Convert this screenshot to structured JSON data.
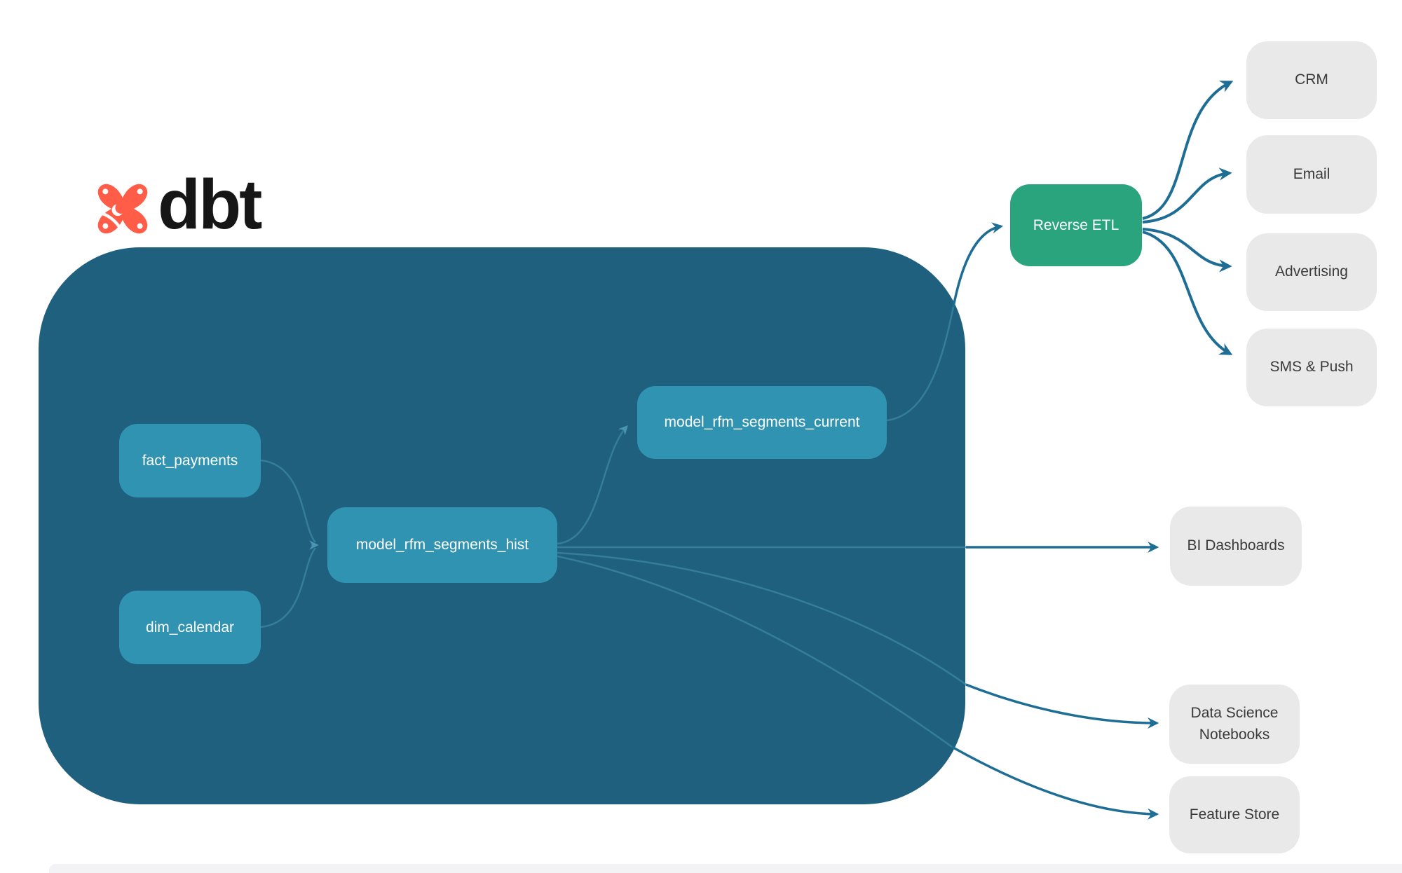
{
  "brand": {
    "wordmark": "dbt",
    "logo_icon": "dbt-pinwheel-icon"
  },
  "nodes": {
    "fact_payments": {
      "label": "fact_payments"
    },
    "dim_calendar": {
      "label": "dim_calendar"
    },
    "model_rfm_segments_hist": {
      "label": "model_rfm_segments_hist"
    },
    "model_rfm_segments_current": {
      "label": "model_rfm_segments_current"
    },
    "reverse_etl": {
      "label": "Reverse ETL"
    },
    "crm": {
      "label": "CRM"
    },
    "email": {
      "label": "Email"
    },
    "advertising": {
      "label": "Advertising"
    },
    "sms_push": {
      "label": "SMS & Push"
    },
    "bi_dashboards": {
      "label": "BI Dashboards"
    },
    "data_science_notebooks": {
      "label": "Data Science Notebooks"
    },
    "feature_store": {
      "label": "Feature Store"
    }
  },
  "edges": [
    {
      "from": "fact_payments",
      "to": "model_rfm_segments_hist"
    },
    {
      "from": "dim_calendar",
      "to": "model_rfm_segments_hist"
    },
    {
      "from": "model_rfm_segments_hist",
      "to": "model_rfm_segments_current"
    },
    {
      "from": "model_rfm_segments_current",
      "to": "reverse_etl"
    },
    {
      "from": "reverse_etl",
      "to": "crm"
    },
    {
      "from": "reverse_etl",
      "to": "email"
    },
    {
      "from": "reverse_etl",
      "to": "advertising"
    },
    {
      "from": "reverse_etl",
      "to": "sms_push"
    },
    {
      "from": "model_rfm_segments_hist",
      "to": "bi_dashboards"
    },
    {
      "from": "model_rfm_segments_hist",
      "to": "data_science_notebooks"
    },
    {
      "from": "model_rfm_segments_hist",
      "to": "feature_store"
    }
  ],
  "colors": {
    "container_bg": "#1f607f",
    "model_node_bg": "#3093b2",
    "reverse_etl_bg": "#2aa47c",
    "destination_bg": "#e9e9ea",
    "destination_text": "#3a3a3a",
    "connector_outside": "#1e6d94",
    "connector_inside": "#3a85a2",
    "logo_orange": "#ff5d48",
    "wordmark_color": "#161616"
  }
}
